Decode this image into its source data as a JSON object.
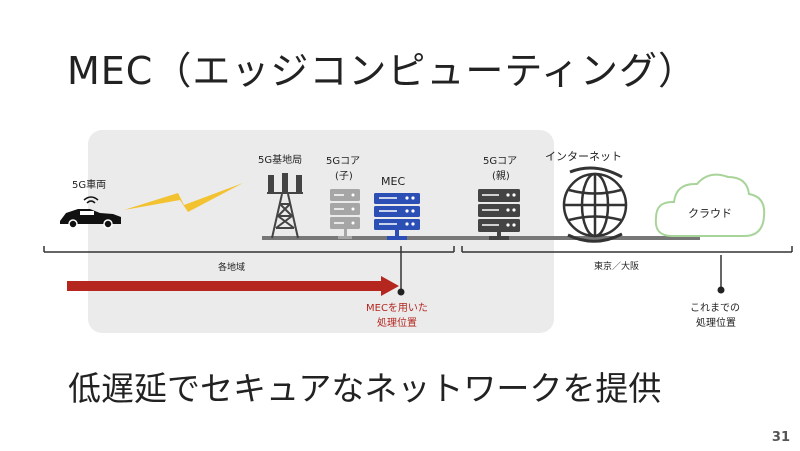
{
  "slide": {
    "title": "MEC（エッジコンピューティング）",
    "subtitle": "低遅延でセキュアなネットワークを提供",
    "page_number": "31"
  },
  "diagram": {
    "car_label": "5G車両",
    "base_station_label": "5G基地局",
    "core_child_label_line1": "5Gコア",
    "core_child_label_line2": "(子)",
    "mec_label": "MEC",
    "core_parent_label_line1": "5Gコア",
    "core_parent_label_line2": "(親)",
    "internet_label": "インターネット",
    "cloud_label": "クラウド",
    "region_local_label": "各地域",
    "region_central_label": "東京／大阪",
    "mec_processing_line1": "MECを用いた",
    "mec_processing_line2": "処理位置",
    "legacy_processing_line1": "これまでの",
    "legacy_processing_line2": "処理位置"
  },
  "colors": {
    "mec_blue": "#2b4fb5",
    "arrow_red": "#b5261f",
    "server_dark": "#444444",
    "server_gray": "#a6a6a6",
    "lightning": "#f2c230",
    "cloud_stroke": "#a8d49a",
    "region_bg": "#ebebeb"
  }
}
